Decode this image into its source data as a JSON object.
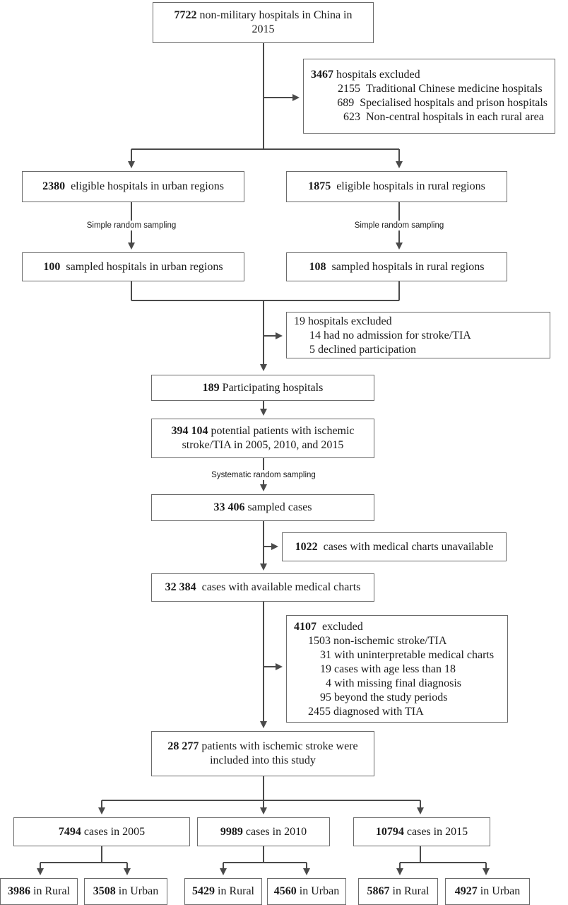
{
  "top": {
    "num": "7722",
    "text": " non-military hospitals in China in 2015"
  },
  "excluded1": {
    "header_num": "3467",
    "header_text": " hospitals excluded",
    "rows": [
      {
        "num": "2155",
        "text": "Traditional Chinese medicine hospitals"
      },
      {
        "num": "689",
        "text": "Specialised hospitals and prison hospitals"
      },
      {
        "num": "623",
        "text": "Non-central hospitals in each rural area"
      }
    ]
  },
  "eligible_urban": {
    "num": "2380",
    "text": "  eligible hospitals in urban regions"
  },
  "eligible_rural": {
    "num": "1875",
    "text": "  eligible hospitals in rural regions"
  },
  "sampling1": "Simple random sampling",
  "sampled_urban": {
    "num": "100",
    "text": "  sampled hospitals in urban regions"
  },
  "sampled_rural": {
    "num": "108",
    "text": "  sampled hospitals in rural regions"
  },
  "excluded2": {
    "header": "19 hospitals excluded",
    "rows": [
      "14 had no admission for stroke/TIA",
      "5 declined participation"
    ]
  },
  "participating": {
    "num": "189",
    "text": " Participating hospitals"
  },
  "potential": {
    "num": "394 104",
    "text": " potential patients with ischemic stroke/TIA in 2005, 2010, and 2015"
  },
  "sampling2": "Systematic random sampling",
  "sampled_cases": {
    "num": "33 406",
    "text": " sampled cases"
  },
  "unavailable": {
    "num": "1022",
    "text": "  cases with medical charts unavailable"
  },
  "available": {
    "num": "32 384",
    "text": "  cases with available medical charts"
  },
  "excluded3": {
    "header_num": "4107",
    "header_text": "  excluded",
    "rows": [
      "1503 non-ischemic stroke/TIA",
      "31 with uninterpretable medical charts",
      "19 cases with age less than 18",
      "4 with missing final diagnosis",
      "95 beyond the study periods",
      "2455 diagnosed with TIA"
    ]
  },
  "included": {
    "num": "28 277",
    "text": " patients with ischemic stroke were included into this study"
  },
  "years": [
    {
      "num": "7494",
      "text": " cases in 2005",
      "rural": {
        "num": "3986",
        "text": " in Rural"
      },
      "urban": {
        "num": "3508",
        "text": " in Urban"
      }
    },
    {
      "num": "9989",
      "text": " cases in 2010",
      "rural": {
        "num": "5429",
        "text": " in Rural"
      },
      "urban": {
        "num": "4560",
        "text": " in Urban"
      }
    },
    {
      "num": "10794",
      "text": " cases in 2015",
      "rural": {
        "num": "5867",
        "text": " in Rural"
      },
      "urban": {
        "num": "4927",
        "text": " in Urban"
      }
    }
  ],
  "colors": {
    "line": "#4a4a4a",
    "border": "#6b6b6b",
    "text": "#1a1a1a"
  }
}
